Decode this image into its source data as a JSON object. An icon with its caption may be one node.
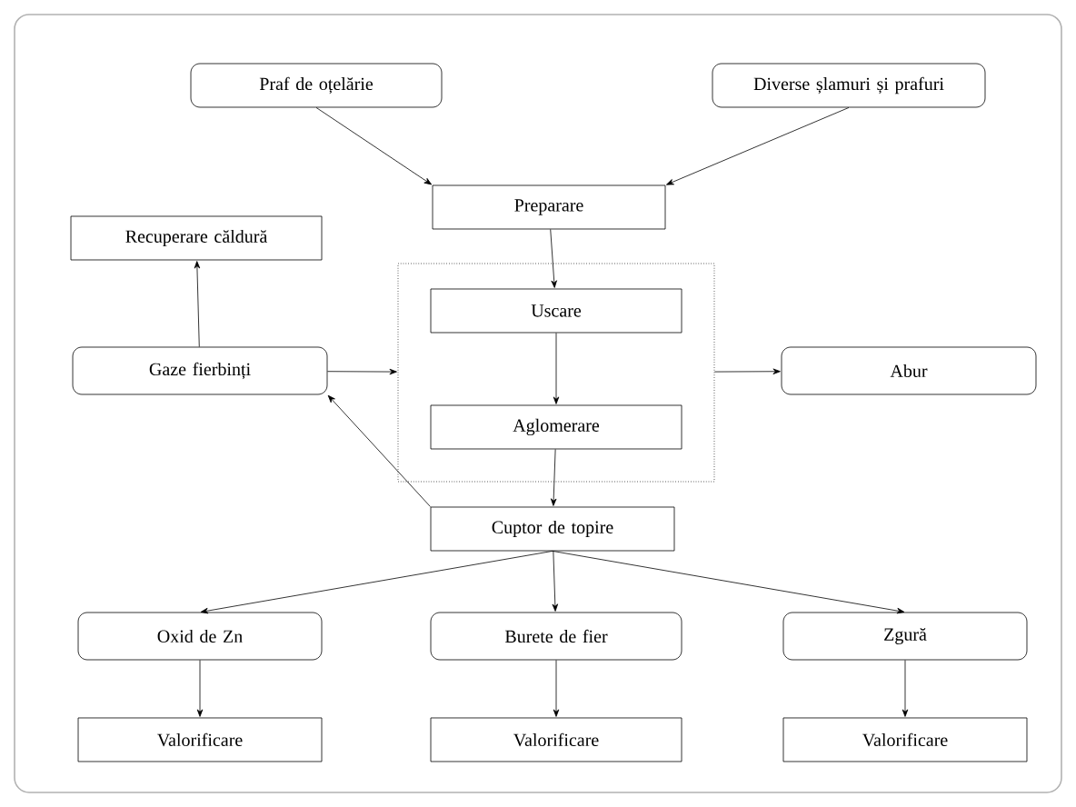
{
  "diagram": {
    "nodes": [
      {
        "text": [
          "Praf de oțelărie"
        ]
      },
      {
        "text": [
          "Diverse șlamuri și prafuri"
        ]
      },
      {
        "text": [
          "Preparare"
        ]
      },
      {
        "text": [
          "Recuperare căldură"
        ]
      },
      {
        "text": [
          "Gaze fierbinți"
        ]
      },
      {
        "text": [],
        "shape": "box"
      },
      {
        "text": [
          "Uscare"
        ],
        "in": 5
      },
      {
        "text": [
          "Aglomerare"
        ],
        "in": 5
      },
      {
        "text": [
          "Abur"
        ]
      },
      {
        "text": [
          "Cuptor de topire"
        ]
      },
      {
        "text": [
          "Oxid de Zn"
        ]
      },
      {
        "text": [
          "Burete de fier"
        ]
      },
      {
        "text": [
          "Zgură"
        ]
      },
      {
        "text": [
          "Valorificare"
        ]
      },
      {
        "text": [
          "Valorificare"
        ]
      },
      {
        "text": [
          "Valorificare"
        ]
      }
    ],
    "edges": [
      {
        "from": 0,
        "to": 2,
        "arrow": "to"
      },
      {
        "from": 1,
        "to": 2,
        "arrow": "to"
      },
      {
        "from": 2,
        "to": 6,
        "arrow": "to"
      },
      {
        "from": 6,
        "to": 7,
        "arrow": "to"
      },
      {
        "from": 7,
        "to": 9,
        "arrow": "to"
      },
      {
        "from": 4,
        "to": 3,
        "arrow": "to"
      },
      {
        "from": 4,
        "to": 5,
        "arrow": "to"
      },
      {
        "from": 5,
        "to": 8,
        "arrow": "to"
      },
      {
        "from": 9,
        "to": 4,
        "arrow": "to"
      },
      {
        "from": 9,
        "to": 10,
        "arrow": "to"
      },
      {
        "from": 9,
        "to": 11,
        "arrow": "to"
      },
      {
        "from": 9,
        "to": 12,
        "arrow": "to"
      },
      {
        "from": 10,
        "to": 13,
        "arrow": "to"
      },
      {
        "from": 11,
        "to": 14,
        "arrow": "to"
      },
      {
        "from": 12,
        "to": 15,
        "arrow": "to"
      }
    ]
  }
}
